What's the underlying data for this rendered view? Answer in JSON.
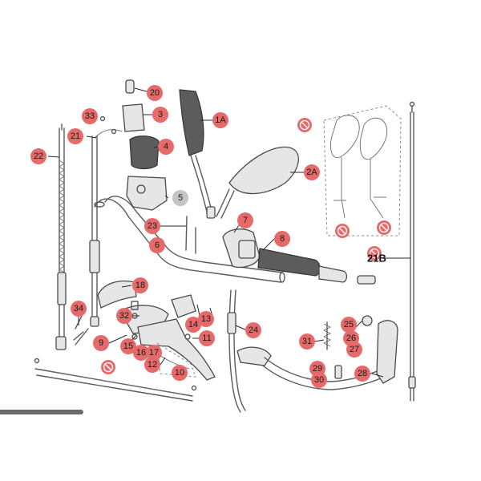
{
  "colors": {
    "badge_red": "#e66a6a",
    "badge_gray": "#c4c4c4",
    "line": "#5a5a5a"
  },
  "callouts": [
    {
      "id": "20",
      "label": "20"
    },
    {
      "id": "33",
      "label": "33"
    },
    {
      "id": "3",
      "label": "3"
    },
    {
      "id": "21",
      "label": "21"
    },
    {
      "id": "4",
      "label": "4"
    },
    {
      "id": "22",
      "label": "22"
    },
    {
      "id": "5",
      "label": "5"
    },
    {
      "id": "1A",
      "label": "1A"
    },
    {
      "id": "2A",
      "label": "2A"
    },
    {
      "id": "7",
      "label": "7"
    },
    {
      "id": "8",
      "label": "8"
    },
    {
      "id": "23",
      "label": "23"
    },
    {
      "id": "6",
      "label": "6"
    },
    {
      "id": "18",
      "label": "18"
    },
    {
      "id": "34",
      "label": "34"
    },
    {
      "id": "32",
      "label": "32"
    },
    {
      "id": "14",
      "label": "14"
    },
    {
      "id": "13",
      "label": "13"
    },
    {
      "id": "9",
      "label": "9"
    },
    {
      "id": "15",
      "label": "15"
    },
    {
      "id": "16",
      "label": "16"
    },
    {
      "id": "17",
      "label": "17"
    },
    {
      "id": "11",
      "label": "11"
    },
    {
      "id": "12",
      "label": "12"
    },
    {
      "id": "10",
      "label": "10"
    },
    {
      "id": "24",
      "label": "24"
    },
    {
      "id": "31",
      "label": "31"
    },
    {
      "id": "25",
      "label": "25"
    },
    {
      "id": "26",
      "label": "26"
    },
    {
      "id": "27",
      "label": "27"
    },
    {
      "id": "29",
      "label": "29"
    },
    {
      "id": "30",
      "label": "30"
    },
    {
      "id": "28",
      "label": "28"
    },
    {
      "id": "21B",
      "label": "21B"
    }
  ],
  "icons": [
    "no-entry-sign-icon"
  ]
}
